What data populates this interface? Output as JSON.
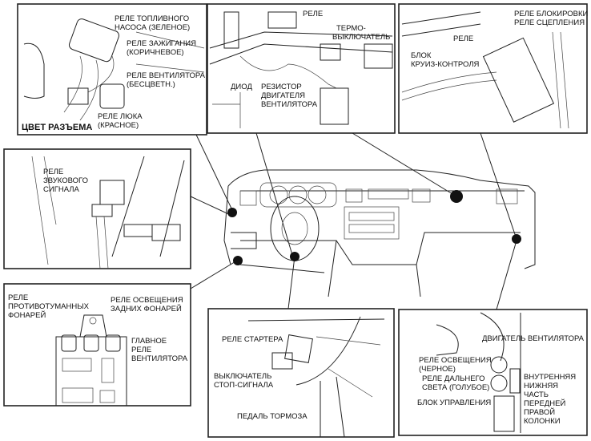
{
  "panels": {
    "connectors": {
      "fuel_pump_relay": [
        "РЕЛЕ ТОПЛИВНОГО",
        "НАСОСА (ЗЕЛЕНОЕ)"
      ],
      "ignition_relay": [
        "РЕЛЕ ЗАЖИГАНИЯ",
        "(КОРИЧНЕВОЕ)"
      ],
      "fan_relay": [
        "РЕЛЕ ВЕНТИЛЯТОРА",
        "(БЕСЦВЕТН.)"
      ],
      "sunroof_relay": [
        "РЕЛЕ ЛЮКА",
        "(КРАСНОЕ)"
      ],
      "connector_color": "ЦВЕТ РАЗЪЕМА"
    },
    "center_top": {
      "relay": "РЕЛЕ",
      "thermo_switch": [
        "ТЕРМО-",
        "ВЫКЛЮЧАТЕЛЬ"
      ],
      "diode": "ДИОД",
      "fan_resistor": [
        "РЕЗИСТОР",
        "ДВИГАТЕЛЯ",
        "ВЕНТИЛЯТОРА"
      ]
    },
    "right_top": {
      "clutch_interlock_relay": [
        "РЕЛЕ БЛОКИРОВКИ",
        "РЕЛЕ СЦЕПЛЕНИЯ"
      ],
      "relay": "РЕЛЕ",
      "cruise_control_unit": [
        "БЛОК",
        "КРУИЗ-КОНТРОЛЯ"
      ]
    },
    "horn": {
      "horn_relay": [
        "РЕЛЕ",
        "ЗВУКОВОГО",
        "СИГНАЛА"
      ]
    },
    "relay_box": {
      "fog_relay": [
        "РЕЛЕ",
        "ПРОТИВОТУМАННЫХ",
        "ФОНАРЕЙ"
      ],
      "tail_relay": [
        "РЕЛЕ ОСВЕЩЕНИЯ",
        "ЗАДНИХ ФОНАРЕЙ"
      ],
      "main_fan_relay": [
        "ГЛАВНОЕ",
        "РЕЛЕ",
        "ВЕНТИЛЯТОРА"
      ]
    },
    "starter": {
      "starter_relay": "РЕЛЕ СТАРТЕРА",
      "stop_switch": [
        "ВЫКЛЮЧАТЕЛЬ",
        "СТОП-СИГНАЛА"
      ],
      "brake_pedal": "ПЕДАЛЬ ТОРМОЗА"
    },
    "pillar": {
      "fan_motor": "ДВИГАТЕЛЬ ВЕНТИЛЯТОРА",
      "light_relay": [
        "РЕЛЕ ОСВЕЩЕНИЯ",
        "(ЧЕРНОЕ)"
      ],
      "high_beam_relay": [
        "РЕЛЕ ДАЛЬНЕГО",
        "СВЕТА (ГОЛУБОЕ)"
      ],
      "control_unit": "БЛОК УПРАВЛЕНИЯ",
      "pillar_location": [
        "ВНУТРЕННЯЯ",
        "НИЖНЯЯ",
        "ЧАСТЬ",
        "ПЕРЕДНЕЙ",
        "ПРАВОЙ",
        "КОЛОНКИ"
      ]
    }
  },
  "colors": {
    "ink": "#111111",
    "background": "#ffffff"
  }
}
